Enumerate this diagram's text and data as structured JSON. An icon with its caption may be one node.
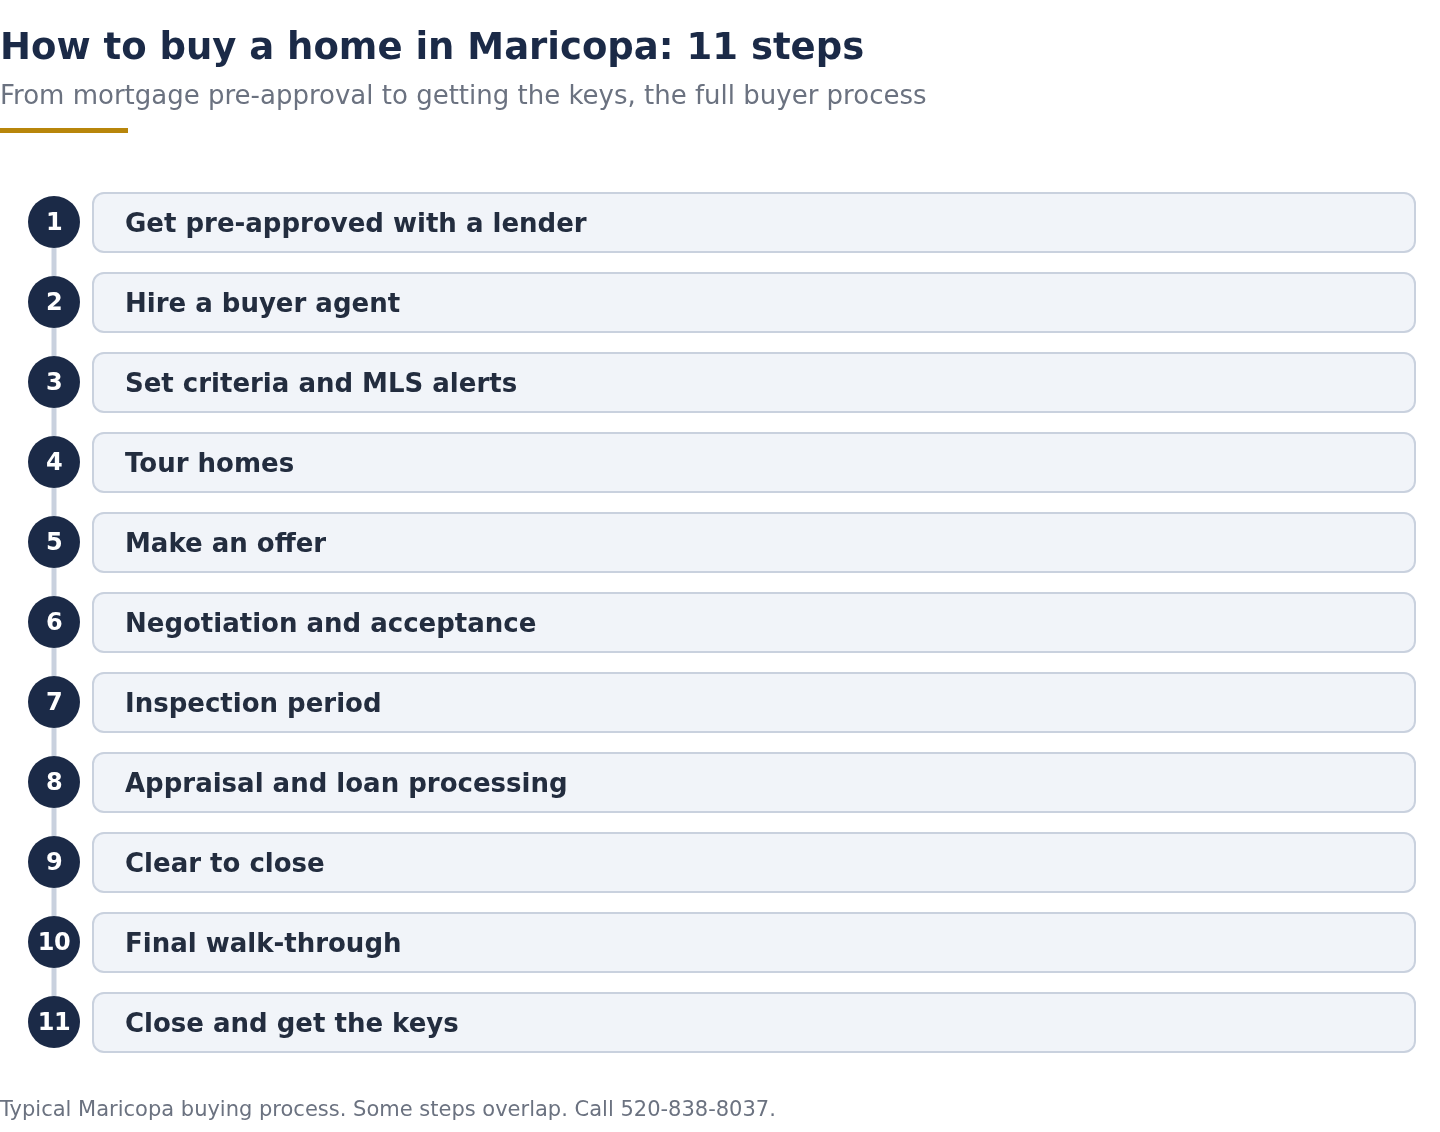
{
  "diagram": {
    "title": "How to buy a home in Maricopa: 11 steps",
    "caption": "Typical Maricopa buying process. Some steps overlap. Call 520-838-8037.",
    "nodes": [
      {
        "text": [
          "1"
        ]
      },
      {
        "text": [
          "Get pre-approved with a lender"
        ]
      },
      {
        "text": [
          "2"
        ]
      },
      {
        "text": [
          "Hire a buyer agent"
        ]
      },
      {
        "text": [
          "3"
        ]
      },
      {
        "text": [
          "Set criteria and MLS alerts"
        ]
      },
      {
        "text": [
          "4"
        ]
      },
      {
        "text": [
          "Tour homes"
        ]
      },
      {
        "text": [
          "5"
        ]
      },
      {
        "text": [
          "Make an offer"
        ]
      },
      {
        "text": [
          "6"
        ]
      },
      {
        "text": [
          "Negotiation and acceptance"
        ]
      },
      {
        "text": [
          "7"
        ]
      },
      {
        "text": [
          "Inspection period"
        ]
      },
      {
        "text": [
          "8"
        ]
      },
      {
        "text": [
          "Appraisal and loan processing"
        ]
      },
      {
        "text": [
          "9"
        ]
      },
      {
        "text": [
          "Clear to close"
        ]
      },
      {
        "text": [
          "10"
        ]
      },
      {
        "text": [
          "Final walk-through"
        ]
      },
      {
        "text": [
          "11"
        ]
      },
      {
        "text": [
          "Close and get the keys"
        ]
      }
    ],
    "edges": [
      {
        "from": 0,
        "to": 2,
        "arrow": "none"
      },
      {
        "from": 2,
        "to": 4,
        "arrow": "none"
      },
      {
        "from": 4,
        "to": 6,
        "arrow": "none"
      },
      {
        "from": 6,
        "to": 8,
        "arrow": "none"
      },
      {
        "from": 8,
        "to": 10,
        "arrow": "none"
      },
      {
        "from": 10,
        "to": 12,
        "arrow": "none"
      },
      {
        "from": 12,
        "to": 14,
        "arrow": "none"
      },
      {
        "from": 14,
        "to": 16,
        "arrow": "none"
      },
      {
        "from": 16,
        "to": 18,
        "arrow": "none"
      },
      {
        "from": 18,
        "to": 20,
        "arrow": "none"
      }
    ],
    "labels": [
      "From mortgage pre-approval to getting the keys, the full buyer process"
    ]
  }
}
